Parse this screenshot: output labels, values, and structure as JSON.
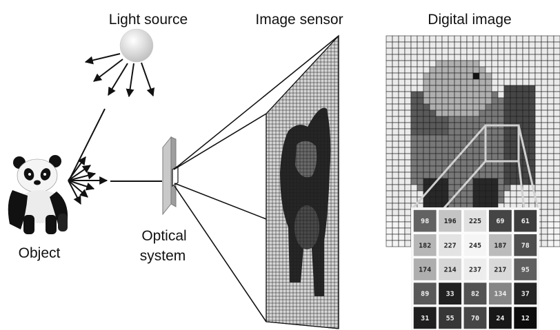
{
  "labels": {
    "light_source": "Light source",
    "image_sensor": "Image sensor",
    "digital_image": "Digital image",
    "object": "Object",
    "optical_line1": "Optical",
    "optical_line2": "system"
  },
  "pixel_values": [
    [
      98,
      196,
      225,
      69,
      61
    ],
    [
      182,
      227,
      245,
      187,
      78
    ],
    [
      174,
      214,
      237,
      217,
      95
    ],
    [
      89,
      33,
      82,
      134,
      37
    ],
    [
      31,
      55,
      70,
      24,
      12
    ]
  ],
  "colors": {
    "ink": "#111111",
    "grid_line": "#222222",
    "optic_plate": "#b9b9b9"
  },
  "icons": {
    "object": "panda-icon",
    "light": "sun-icon"
  }
}
